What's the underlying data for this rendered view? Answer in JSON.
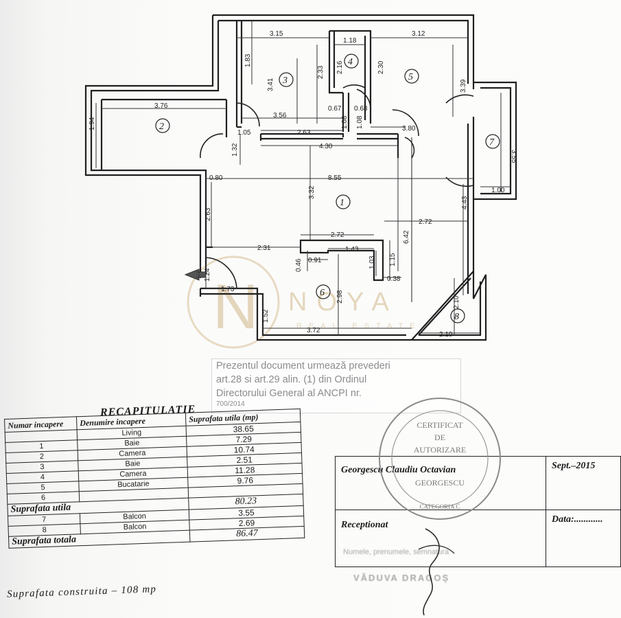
{
  "dimensions": [
    "3.15",
    "1.18",
    "3.12",
    "1.83",
    "2.33",
    "2.16",
    "2.30",
    "3.41",
    "3.39",
    "3.76",
    "3.56",
    "0.67",
    "0.68",
    "1.94",
    "1.08",
    "1.08",
    "1.05",
    "2.63",
    "3.80",
    "1.32",
    "4.30",
    "3.55",
    "0.80",
    "8.55",
    "1.00",
    "3.32",
    "2.63",
    "4.43",
    "6.42",
    "2.72",
    "2.72",
    "2.31",
    "1.43",
    "0.46",
    "0.91",
    "1.03",
    "1.15",
    "0.38",
    "1.24",
    "1.73",
    "2.98",
    "1.52",
    "3.72",
    "2.10",
    "2.10"
  ],
  "room_numbers": [
    "1",
    "2",
    "3",
    "4",
    "5",
    "6",
    "7",
    "8"
  ],
  "watermark": {
    "brand": "NOYA",
    "sub": "REAL ESTATE",
    "monogram": "N"
  },
  "notice_lines": [
    "Prezentul document urmează prevederi",
    "art.28 si art.29 alin. (1) din Ordinul",
    "Directorului General al ANCPI nr.",
    "700/2014"
  ],
  "recap": {
    "title": "RECAPITULATIE",
    "headers": [
      "Numar incapere",
      "Denumire incapere",
      "Suprafata utila (mp)"
    ],
    "rows": [
      {
        "nr": "1",
        "name": "Living",
        "area": "38.65"
      },
      {
        "nr": "2",
        "name": "Baie",
        "area": "7.29"
      },
      {
        "nr": "3",
        "name": "Camera",
        "area": "10.74"
      },
      {
        "nr": "4",
        "name": "Baie",
        "area": "2.51"
      },
      {
        "nr": "5",
        "name": "Camera",
        "area": "11.28"
      },
      {
        "nr": "6",
        "name": "Bucatarie",
        "area": "9.76"
      }
    ],
    "useful_label": "Suprafata utila",
    "useful_total": "80.23",
    "balcony_rows": [
      {
        "nr": "7",
        "name": "Balcon",
        "area": "3.55"
      },
      {
        "nr": "8",
        "name": "Balcon",
        "area": "2.69"
      }
    ],
    "total_label": "Suprafata totala",
    "total": "86.47"
  },
  "built_area": "Suprafata construita – 108 mp",
  "signature_box": {
    "author": "Georgescu Claudiu Octavian",
    "date": "Sept.–2015",
    "received": "Receptionat",
    "data_label": "Data:............"
  },
  "stamp": {
    "lines": [
      "CERTIFICAT",
      "DE",
      "AUTORIZARE",
      "GEORGESCU",
      "CATEGORIA C"
    ]
  },
  "faded_text": [
    "Numele, prenumele, semnatura",
    "VĂDUVA DRAGOȘ"
  ],
  "colors": {
    "ink": "#1b1b1b",
    "watermark": "#e2d2b6",
    "stamp": "#8a8a8a"
  }
}
